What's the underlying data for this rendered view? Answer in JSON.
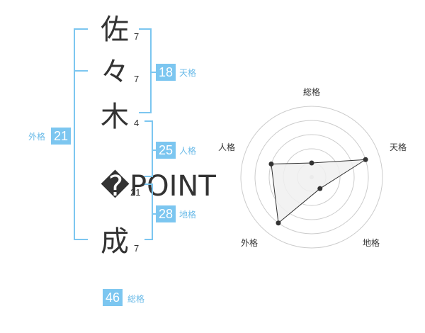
{
  "name": {
    "chars": [
      {
        "char": "佐",
        "strokes": "7"
      },
      {
        "char": "々",
        "strokes": "7"
      },
      {
        "char": "木",
        "strokes": "4"
      },
      {
        "char": "�POINT",
        "strokes": "21"
      },
      {
        "char": "成",
        "strokes": "7"
      }
    ]
  },
  "fortune": {
    "tenkaku": {
      "value": "18",
      "label": "天格"
    },
    "jinkaku": {
      "value": "25",
      "label": "人格"
    },
    "chikaku": {
      "value": "28",
      "label": "地格"
    },
    "gaikaku": {
      "value": "21",
      "label": "外格"
    },
    "soukaku": {
      "value": "46",
      "label": "総格"
    }
  },
  "chart_data": {
    "type": "radar",
    "axes": [
      "総格",
      "天格",
      "地格",
      "外格",
      "人格"
    ],
    "scale_max": 5,
    "values": [
      1,
      4,
      1,
      4,
      3
    ],
    "colors": {
      "fill": "#f0f0f0",
      "stroke": "#333333",
      "grid": "#cccccc"
    }
  }
}
